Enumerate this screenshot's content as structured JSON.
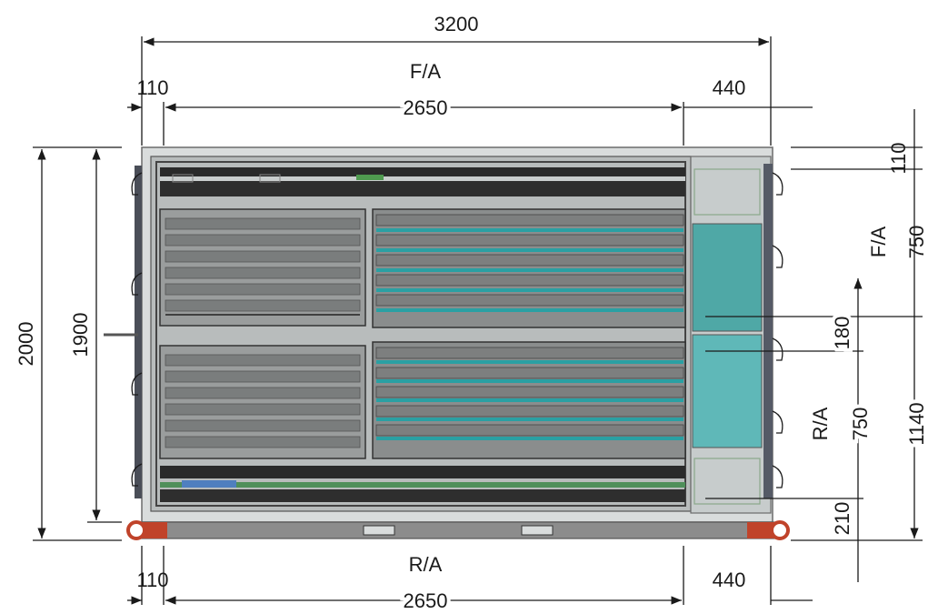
{
  "drawing": {
    "top": {
      "overall_width": "3200",
      "label": "F/A",
      "left_offset": "110",
      "right_offset": "440",
      "inner_width": "2650"
    },
    "bottom": {
      "label": "R/A",
      "left_offset": "110",
      "right_offset": "440",
      "inner_width": "2650"
    },
    "left": {
      "overall_height": "2000",
      "inner_height": "1900"
    },
    "right": {
      "top_offset": "110",
      "front_label": "F/A",
      "front_span": "750",
      "middle_gap": "180",
      "rear_label": "R/A",
      "rear_span": "750",
      "rear_section": "1140",
      "bottom_offset": "210"
    }
  },
  "colors": {
    "frame": "#8c8c8c",
    "panel": "#7d7d7d",
    "teal": "#2aa0a3",
    "aqua": "#5fb8b8",
    "rail": "#2a2a2a",
    "handle": "#c0432a"
  }
}
